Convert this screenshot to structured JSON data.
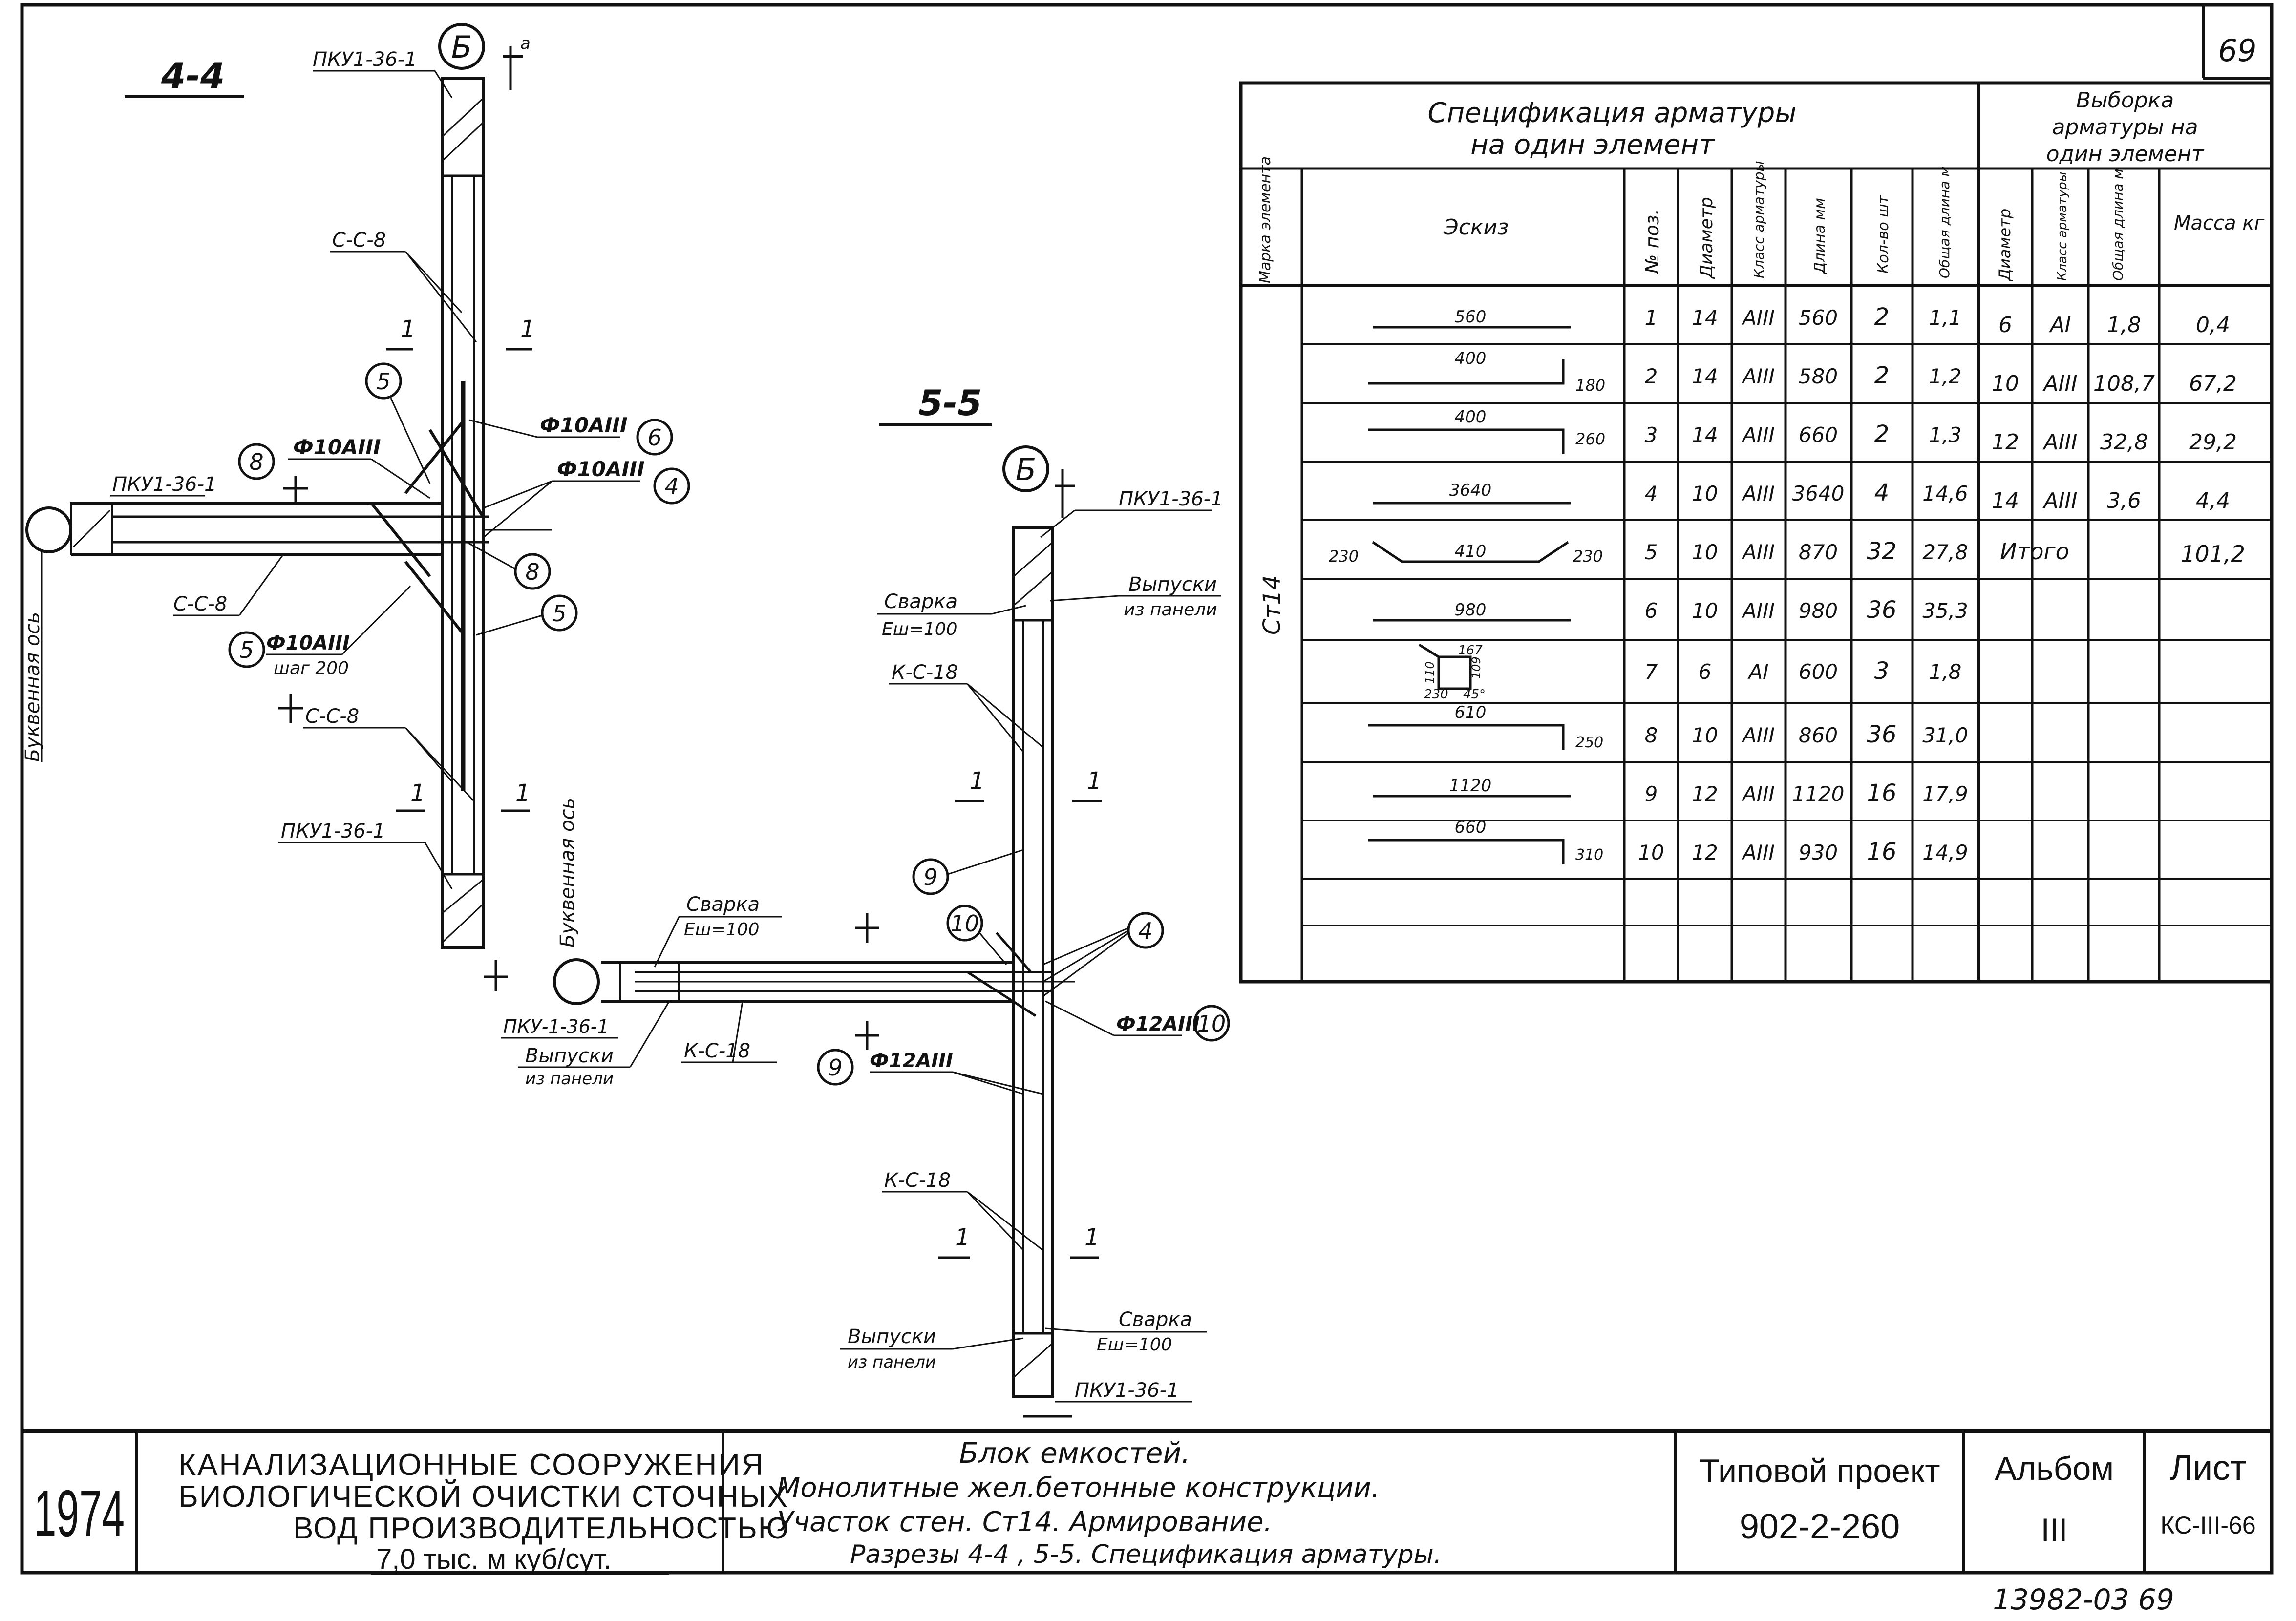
{
  "sheet_number": "69",
  "drawing": {
    "section_a": {
      "title": "4-4",
      "axis_label": "Буквенная ось",
      "axis_mark": "Б",
      "panel_labels": [
        "ПКУ1-36-1",
        "ПКУ1-36-1",
        "ПКУ1-36-1"
      ],
      "mesh_labels": [
        "С-С-8",
        "С-С-8",
        "С-С-8"
      ],
      "rebar_labels": [
        "Ф10АIII",
        "Ф10АIII",
        "Ф10АIII"
      ],
      "step_label": "шаг 200",
      "callouts": [
        "5",
        "8",
        "6",
        "4",
        "8",
        "5",
        "5"
      ],
      "cut_marks": [
        "1",
        "1",
        "1",
        "1"
      ]
    },
    "section_b": {
      "title": "5-5",
      "axis_label": "Буквенная ось",
      "axis_mark": "Б",
      "panel_labels": [
        "ПКУ1-36-1",
        "ПКУ-1-36-1",
        "ПКУ1-36-1"
      ],
      "weld_labels": [
        "Сварка",
        "Сварка",
        "Сварка"
      ],
      "weld_params": [
        "Еш=100",
        "Еш=100",
        "Еш=100"
      ],
      "release_labels": [
        "Выпуски",
        "Выпуски",
        "Выпуски"
      ],
      "release_sub": [
        "из панели",
        "из панели",
        "из панели"
      ],
      "mesh_labels": [
        "К-С-18",
        "К-С-18",
        "К-С-18"
      ],
      "rebar_labels": [
        "Ф12АIII",
        "Ф12АIII"
      ],
      "callouts": [
        "9",
        "10",
        "4",
        "10",
        "9"
      ],
      "cut_marks": [
        "1",
        "1",
        "1",
        "1"
      ]
    }
  },
  "spec_table": {
    "title_line1": "Спецификация арматуры",
    "title_line2": "на один элемент",
    "vyborka_line1": "Выборка",
    "vyborka_line2": "арматуры на",
    "vyborka_line3": "один элемент",
    "headers": {
      "mark": "Марка элемента",
      "sketch": "Эскиз",
      "pos": "№ поз.",
      "diam": "Диаметр",
      "cls": "Класс арматуры",
      "len": "Длина мм",
      "qty": "Кол-во шт",
      "total": "Общая длина м",
      "s_diam": "Диаметр",
      "s_cls": "Класс арматуры",
      "s_total": "Общая длина м",
      "s_mass": "Масса кг"
    },
    "element_mark": "Ст14",
    "rows": [
      {
        "sketch_top": "560",
        "sketch_side": "",
        "sketch_left": "",
        "sketch_right": "",
        "pos": "1",
        "diam": "14",
        "cls": "АIII",
        "len": "560",
        "qty": "2",
        "total": "1,1"
      },
      {
        "sketch_top": "400",
        "sketch_side": "180",
        "sketch_left": "",
        "sketch_right": "",
        "pos": "2",
        "diam": "14",
        "cls": "АIII",
        "len": "580",
        "qty": "2",
        "total": "1,2"
      },
      {
        "sketch_top": "400",
        "sketch_side": "260",
        "sketch_left": "",
        "sketch_right": "",
        "pos": "3",
        "diam": "14",
        "cls": "АIII",
        "len": "660",
        "qty": "2",
        "total": "1,3"
      },
      {
        "sketch_top": "3640",
        "sketch_side": "",
        "sketch_left": "",
        "sketch_right": "",
        "pos": "4",
        "diam": "10",
        "cls": "АIII",
        "len": "3640",
        "qty": "4",
        "total": "14,6"
      },
      {
        "sketch_top": "410",
        "sketch_side": "",
        "sketch_left": "230",
        "sketch_right": "230",
        "pos": "5",
        "diam": "10",
        "cls": "АIII",
        "len": "870",
        "qty": "32",
        "total": "27,8"
      },
      {
        "sketch_top": "980",
        "sketch_side": "",
        "sketch_left": "",
        "sketch_right": "",
        "pos": "6",
        "diam": "10",
        "cls": "АIII",
        "len": "980",
        "qty": "36",
        "total": "35,3"
      },
      {
        "sketch_top": "",
        "sketch_side": "",
        "sketch_left": "",
        "sketch_right": "",
        "pos": "7",
        "diam": "6",
        "cls": "АI",
        "len": "600",
        "qty": "3",
        "total": "1,8"
      },
      {
        "sketch_top": "610",
        "sketch_side": "250",
        "sketch_left": "",
        "sketch_right": "",
        "pos": "8",
        "diam": "10",
        "cls": "АIII",
        "len": "860",
        "qty": "36",
        "total": "31,0"
      },
      {
        "sketch_top": "1120",
        "sketch_side": "",
        "sketch_left": "",
        "sketch_right": "",
        "pos": "9",
        "diam": "12",
        "cls": "АIII",
        "len": "1120",
        "qty": "16",
        "total": "17,9"
      },
      {
        "sketch_top": "660",
        "sketch_side": "310",
        "sketch_left": "",
        "sketch_right": "",
        "pos": "10",
        "diam": "12",
        "cls": "АIII",
        "len": "930",
        "qty": "16",
        "total": "14,9"
      }
    ],
    "stirrup_dims": [
      "167",
      "110",
      "109",
      "230",
      "45°"
    ],
    "summary_rows": [
      {
        "diam": "6",
        "cls": "АI",
        "total": "1,8",
        "mass": "0,4"
      },
      {
        "diam": "10",
        "cls": "АIII",
        "total": "108,7",
        "mass": "67,2"
      },
      {
        "diam": "12",
        "cls": "АIII",
        "total": "32,8",
        "mass": "29,2"
      },
      {
        "diam": "14",
        "cls": "АIII",
        "total": "3,6",
        "mass": "4,4"
      }
    ],
    "total_label": "Итого",
    "total_mass": "101,2"
  },
  "title_block": {
    "year": "1974",
    "org_line1": "КАНАЛИЗАЦИОННЫЕ СООРУЖЕНИЯ",
    "org_line2": "БИОЛОГИЧЕСКОЙ ОЧИСТКИ СТОЧНЫХ",
    "org_line3": "ВОД ПРОИЗВОДИТЕЛЬНОСТЬЮ",
    "org_line4": "7,0 тыс. м куб/сут.",
    "desc_line1": "Блок емкостей.",
    "desc_line2": "Монолитные жел.бетонные конструкции.",
    "desc_line3": "Участок стен. Ст14. Армирование.",
    "desc_line4": "Разрезы 4-4 , 5-5. Спецификация арматуры.",
    "project_label": "Типовой проект",
    "project_number": "902-2-260",
    "album_label": "Альбом",
    "album_number": "III",
    "sheet_label": "Лист",
    "sheet_code": "КС-III-66"
  },
  "footer_code": "13982-03 69"
}
